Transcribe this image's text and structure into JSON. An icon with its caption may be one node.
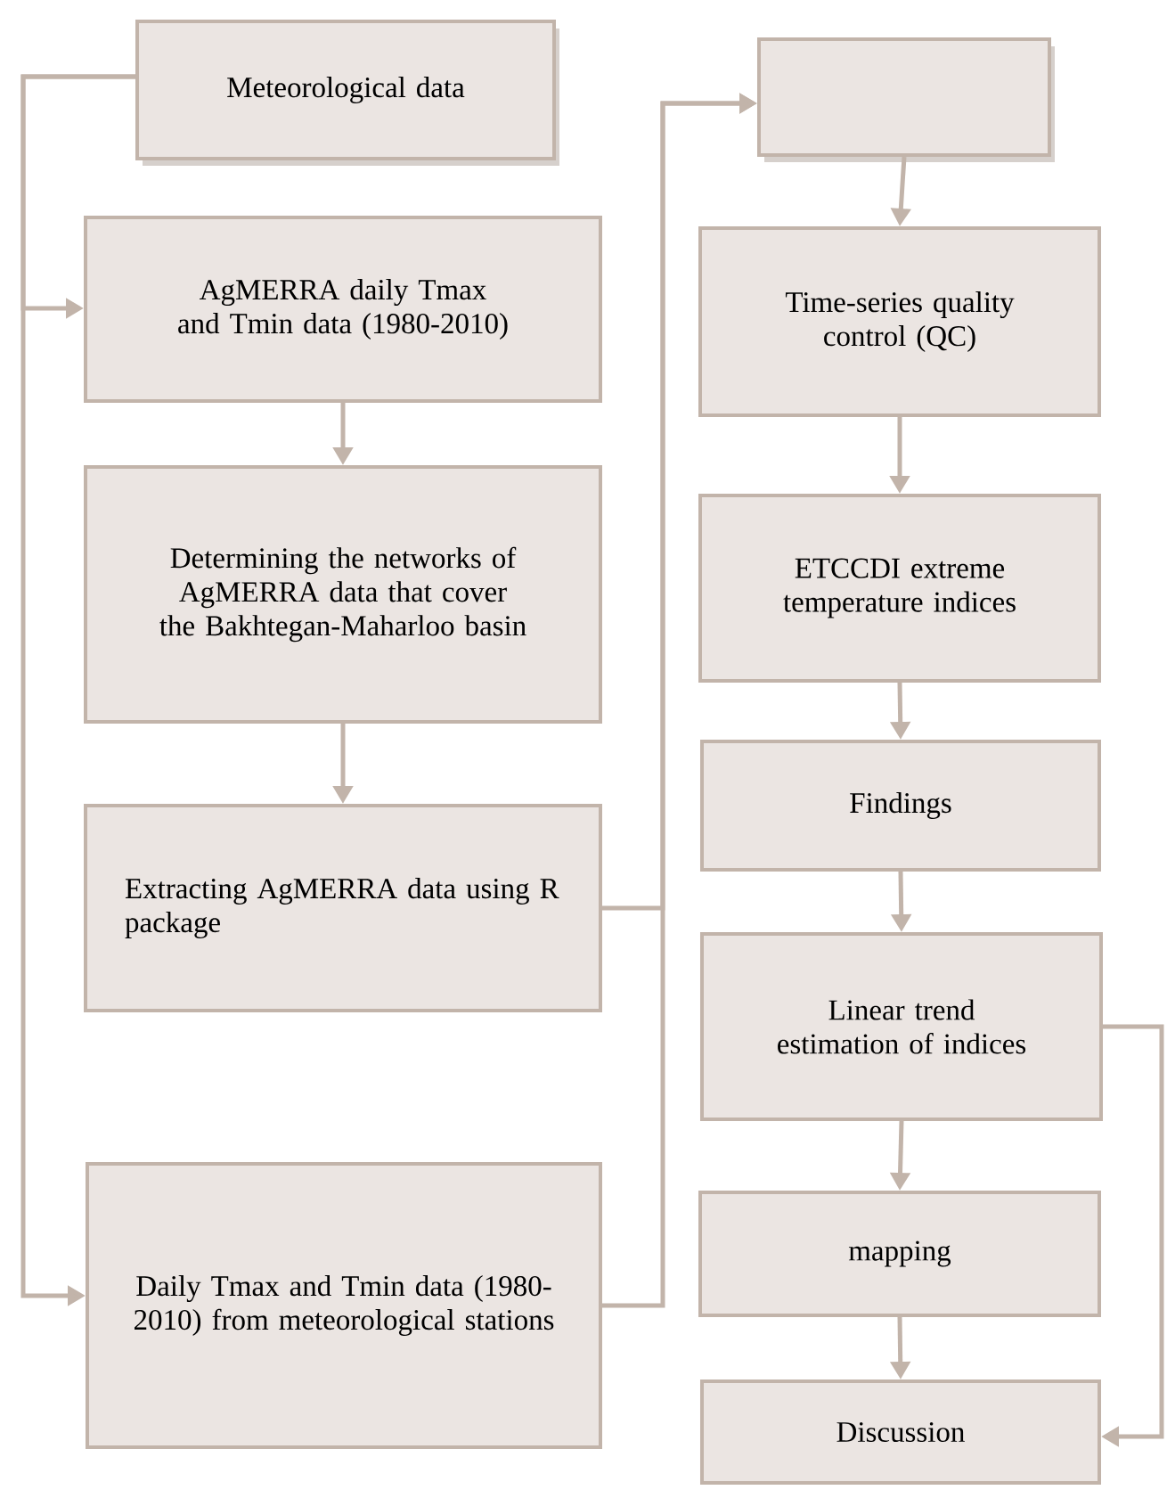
{
  "diagram": {
    "nodes": [
      {
        "text": [
          "Meteorological data"
        ]
      },
      {
        "text": [
          "AgMERRA daily Tmax and Tmin data (1980-2010)"
        ]
      },
      {
        "text": [
          "Determining the networks of AgMERRA data that cover the Bakhtegan-Maharloo basin"
        ]
      },
      {
        "text": [
          "Extracting AgMERRA data using R package"
        ]
      },
      {
        "text": [
          "Daily Tmax and Tmin data (1980-2010) from meteorological stations"
        ]
      },
      {
        "text": [],
        "shape": "box"
      },
      {
        "text": [
          "Time-series quality control (QC)"
        ]
      },
      {
        "text": [
          "ETCCDI extreme temperature indices"
        ]
      },
      {
        "text": [
          "Findings"
        ]
      },
      {
        "text": [
          "Linear trend estimation of indices"
        ]
      },
      {
        "text": [
          "mapping"
        ]
      },
      {
        "text": [
          "Discussion"
        ]
      }
    ],
    "edges": [
      {
        "from": 0,
        "to": 1,
        "arrow": "to"
      },
      {
        "from": 0,
        "to": 4,
        "arrow": "to"
      },
      {
        "from": 1,
        "to": 2,
        "arrow": "to"
      },
      {
        "from": 2,
        "to": 3,
        "arrow": "to"
      },
      {
        "from": 3,
        "to": 5,
        "arrow": "to"
      },
      {
        "from": 4,
        "to": 5,
        "arrow": "to"
      },
      {
        "from": 5,
        "to": 6,
        "arrow": "to"
      },
      {
        "from": 6,
        "to": 7,
        "arrow": "to"
      },
      {
        "from": 7,
        "to": 8,
        "arrow": "to"
      },
      {
        "from": 8,
        "to": 9,
        "arrow": "to"
      },
      {
        "from": 9,
        "to": 10,
        "arrow": "to"
      },
      {
        "from": 10,
        "to": 11,
        "arrow": "to"
      },
      {
        "from": 9,
        "to": 11,
        "arrow": "to"
      }
    ]
  }
}
